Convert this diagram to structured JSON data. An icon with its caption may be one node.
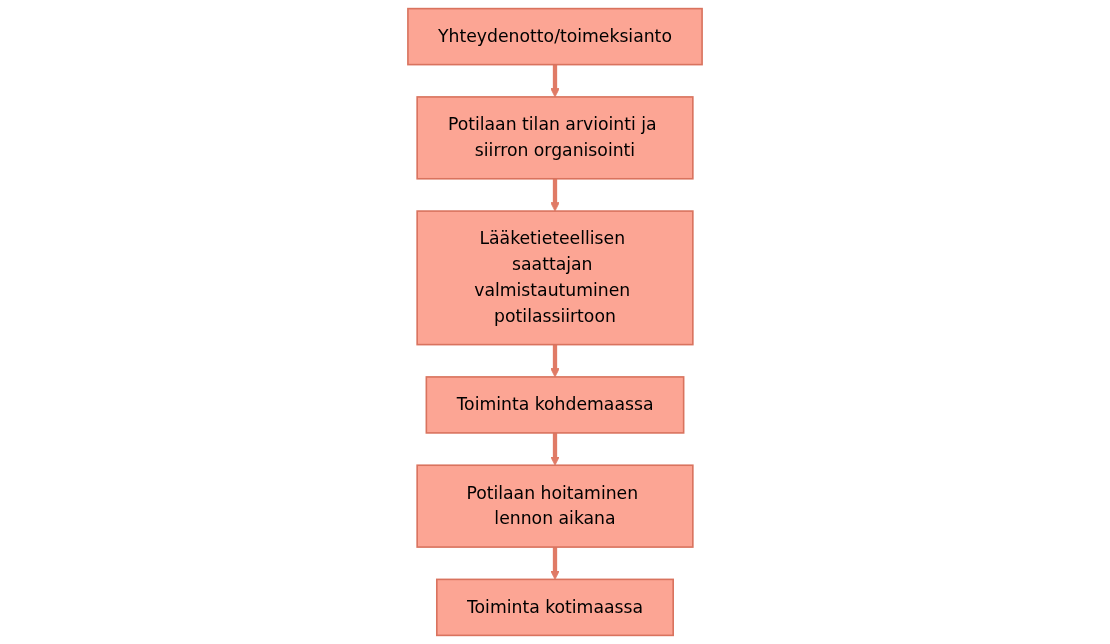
{
  "diagram": {
    "nodes": [
      {
        "text": [
          "Yhteydenotto/toimeksianto"
        ]
      },
      {
        "text": [
          "Potilaan tilan arviointi ja siirron organisointi"
        ]
      },
      {
        "text": [
          "Lääketieteellisen saattajan valmistautuminen potilassiirtoon"
        ]
      },
      {
        "text": [
          "Toiminta kohdemaassa"
        ]
      },
      {
        "text": [
          "Potilaan hoitaminen lennon aikana"
        ]
      },
      {
        "text": [
          "Toiminta kotimaassa"
        ]
      }
    ],
    "edges": [
      {
        "from": 0,
        "to": 1,
        "arrow": "to"
      },
      {
        "from": 1,
        "to": 2,
        "arrow": "to"
      },
      {
        "from": 2,
        "to": 3,
        "arrow": "to"
      },
      {
        "from": 3,
        "to": 4,
        "arrow": "to"
      },
      {
        "from": 4,
        "to": 5,
        "arrow": "to"
      }
    ]
  }
}
